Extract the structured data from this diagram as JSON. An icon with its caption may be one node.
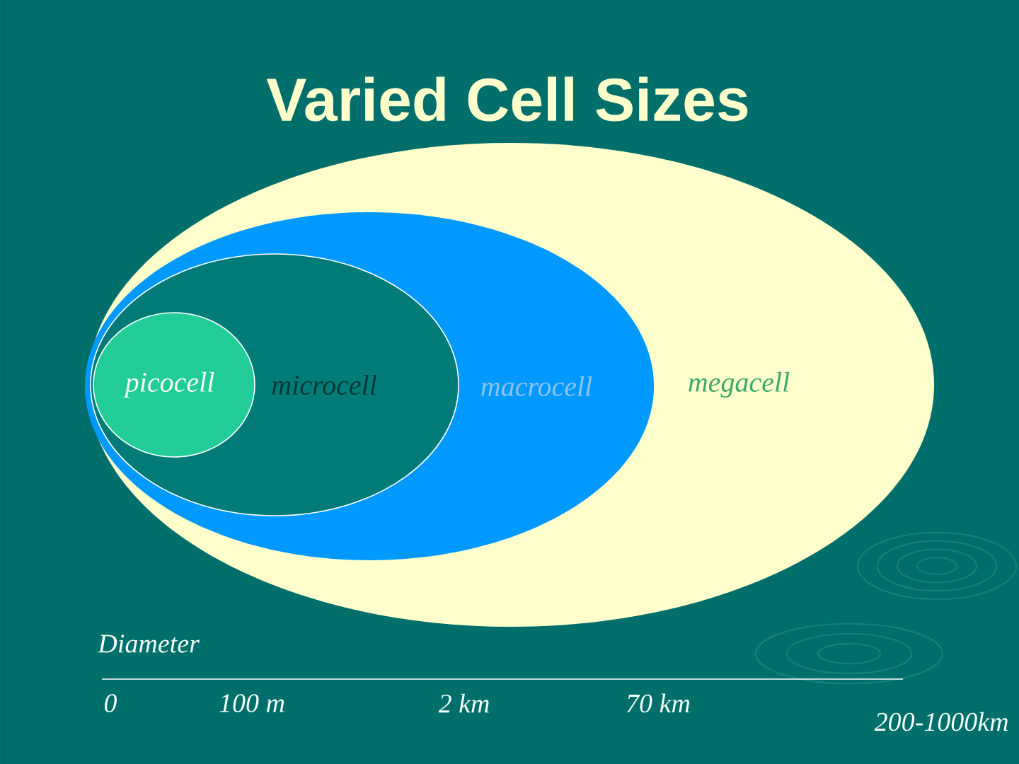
{
  "diagram": {
    "title": "Varied Cell Sizes",
    "nodes": [
      {
        "text": [
          "megacell"
        ]
      },
      {
        "text": [
          "macrocell"
        ],
        "in": 0
      },
      {
        "text": [
          "microcell"
        ],
        "in": 1
      },
      {
        "text": [
          "picocell"
        ],
        "in": 2
      }
    ],
    "labels": [
      "Diameter",
      "0",
      "100 m",
      "2 km",
      "70 km",
      "200-1000km"
    ]
  }
}
